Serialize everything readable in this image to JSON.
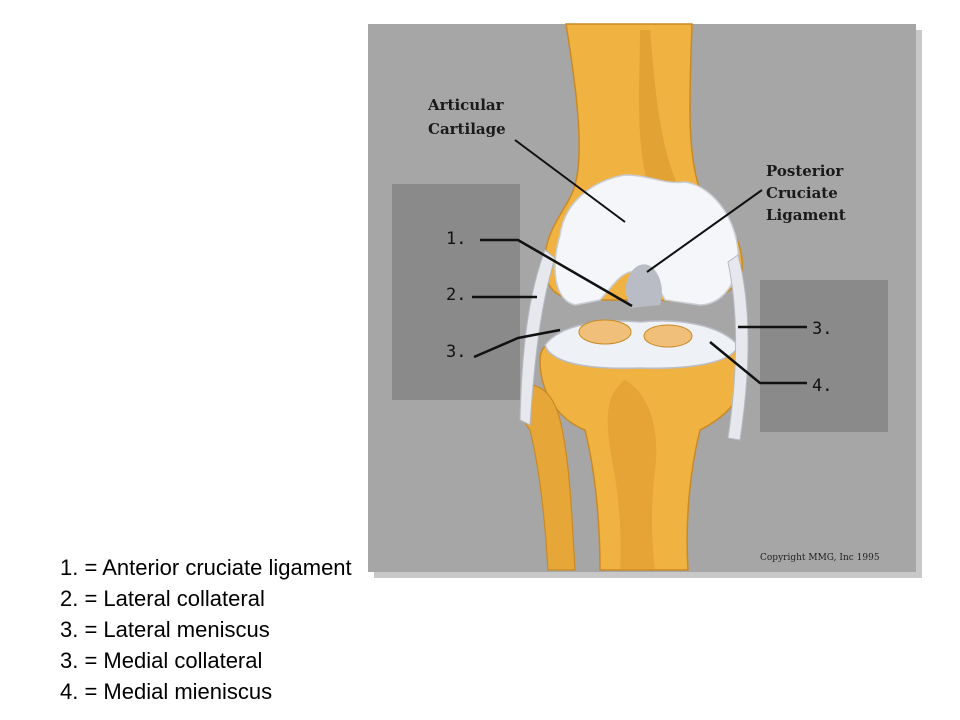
{
  "figure": {
    "callouts": {
      "articular_cartilage": [
        "Articular",
        "Cartilage"
      ],
      "posterior_cruciate": [
        "Posterior",
        "Cruciate",
        "Ligament"
      ]
    },
    "copyright": "Copyright MMG, Inc 1995",
    "left_markers": [
      "1.",
      "2.",
      "3."
    ],
    "right_markers": [
      "3.",
      "4."
    ]
  },
  "legend": [
    "1. = Anterior cruciate ligament",
    "2. = Lateral collateral",
    "3. = Lateral meniscus",
    "3. = Medial collateral",
    "4. = Medial mieniscus"
  ],
  "colors": {
    "bone": "#f0b240",
    "bone_shadow": "#d08a1e",
    "cartilage": "#f4f6fa",
    "frame": "#a6a6a6",
    "marker_box": "#8a8a8a"
  }
}
